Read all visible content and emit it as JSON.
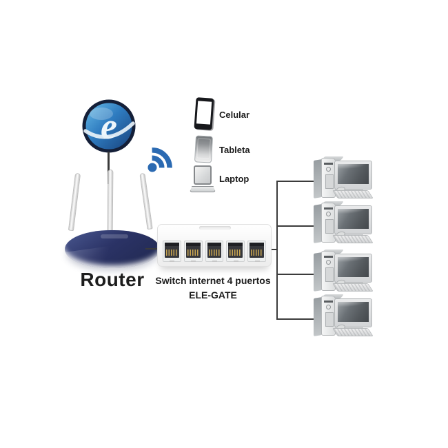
{
  "internet": {
    "logo_letter": "e"
  },
  "router": {
    "label": "Router"
  },
  "devices": [
    {
      "id": "celular",
      "label": "Celular"
    },
    {
      "id": "tableta",
      "label": "Tableta"
    },
    {
      "id": "laptop",
      "label": "Laptop"
    }
  ],
  "switch": {
    "caption_line1": "Switch internet 4 puertos",
    "caption_line2": "ELE-GATE",
    "port_count": 5
  },
  "computers": {
    "count": 4
  },
  "colors": {
    "wifi_blue": "#2b6ab2",
    "logo_blue_light": "#6cc0ea",
    "logo_blue_mid": "#2f7cc0",
    "logo_blue_dark": "#173f79",
    "logo_ring": "#141f38",
    "router_navy": "#2b3366",
    "cable": "#3b3b3b",
    "text": "#1d1d1d"
  }
}
